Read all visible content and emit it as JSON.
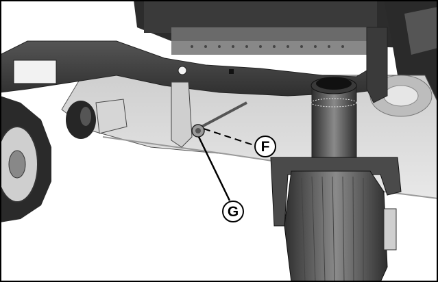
{
  "figure": {
    "callouts": [
      {
        "id": "F",
        "label": "F"
      },
      {
        "id": "G",
        "label": "G"
      }
    ]
  },
  "colors": {
    "frame_dark": "#3b3b3b",
    "deck_light": "#d9d9d9",
    "tire_dark": "#2a2a2a",
    "border": "#000000"
  }
}
